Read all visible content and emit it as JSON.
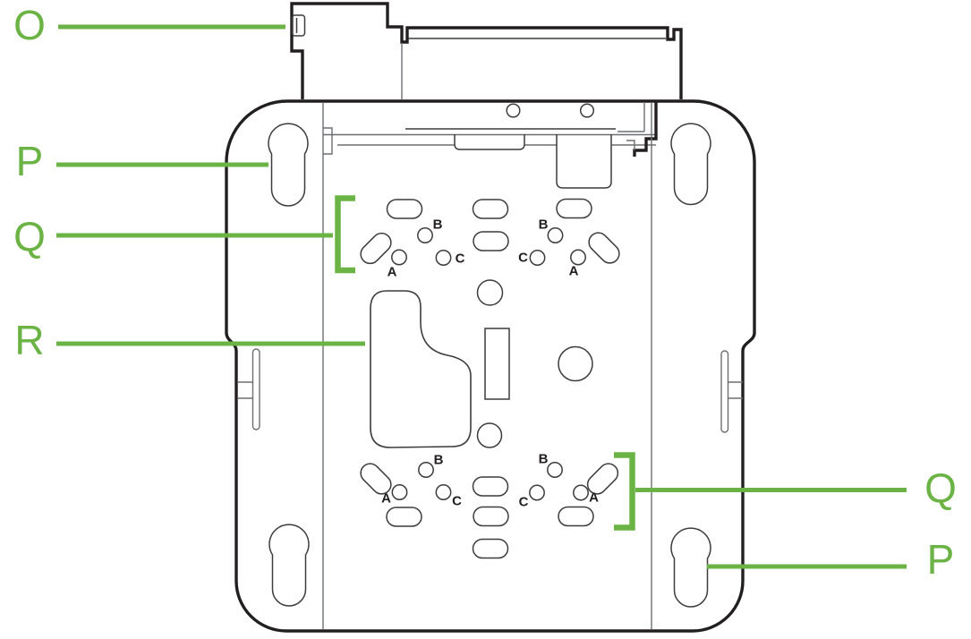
{
  "palette": {
    "green": "#6ab344",
    "ink": "#231f20",
    "gray": "#6d6e71"
  },
  "callouts": {
    "o": "O",
    "p_left": "P",
    "q_left": "Q",
    "r": "R",
    "q_right": "Q",
    "p_right": "P"
  },
  "hole_labels": {
    "upper": [
      "B",
      "C",
      "A",
      "B",
      "C",
      "A"
    ],
    "lower": [
      "B",
      "A",
      "C",
      "B",
      "C",
      "A"
    ]
  }
}
